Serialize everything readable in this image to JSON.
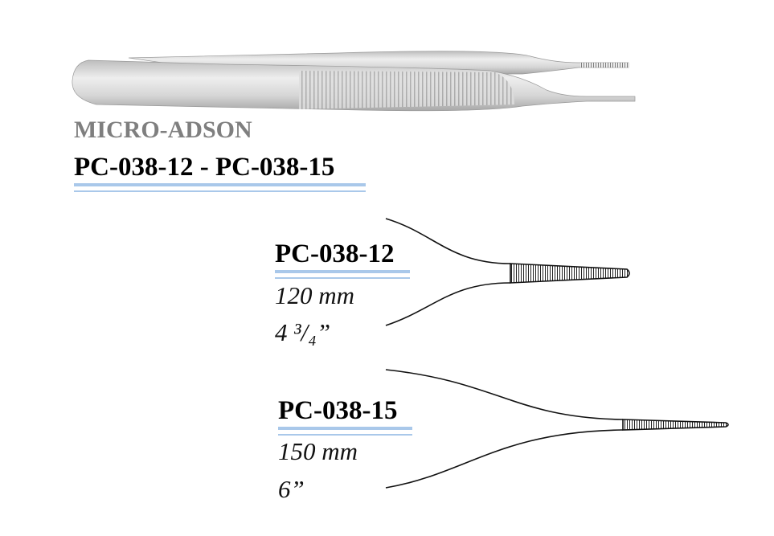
{
  "header": {
    "family_name": "MICRO-ADSON",
    "code_range": "PC-038-12 - PC-038-15"
  },
  "items": [
    {
      "code": "PC-038-12",
      "length_mm": "120 mm",
      "length_in": "4 ³/₄”"
    },
    {
      "code": "PC-038-15",
      "length_mm": "150 mm",
      "length_in": "6”"
    }
  ],
  "colors": {
    "rule": "#a9c8ea",
    "family": "#7f7f7f"
  }
}
